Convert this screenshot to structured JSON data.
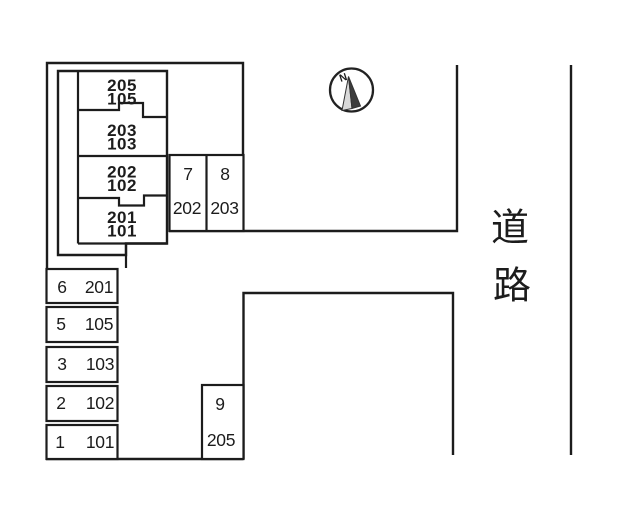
{
  "building": {
    "units": [
      {
        "upper": "205",
        "lower": "105"
      },
      {
        "upper": "203",
        "lower": "103"
      },
      {
        "upper": "202",
        "lower": "102"
      },
      {
        "upper": "201",
        "lower": "101"
      }
    ]
  },
  "parking": {
    "north_row": [
      {
        "space": "7",
        "unit": "202"
      },
      {
        "space": "8",
        "unit": "203"
      }
    ],
    "center_space": {
      "space": "9",
      "unit": "205"
    },
    "west_column": [
      {
        "space": "6",
        "unit": "201"
      },
      {
        "space": "5",
        "unit": "105"
      },
      {
        "space": "3",
        "unit": "103"
      },
      {
        "space": "2",
        "unit": "102"
      },
      {
        "space": "1",
        "unit": "101"
      }
    ]
  },
  "road": {
    "label_top": "道",
    "label_bottom": "路"
  },
  "compass": {
    "north": "N"
  },
  "colors": {
    "ink": "#1c1c1c",
    "paper": "#ffffff",
    "needle_dark": "#3c3c3c",
    "needle_light": "#d9d9d9"
  }
}
